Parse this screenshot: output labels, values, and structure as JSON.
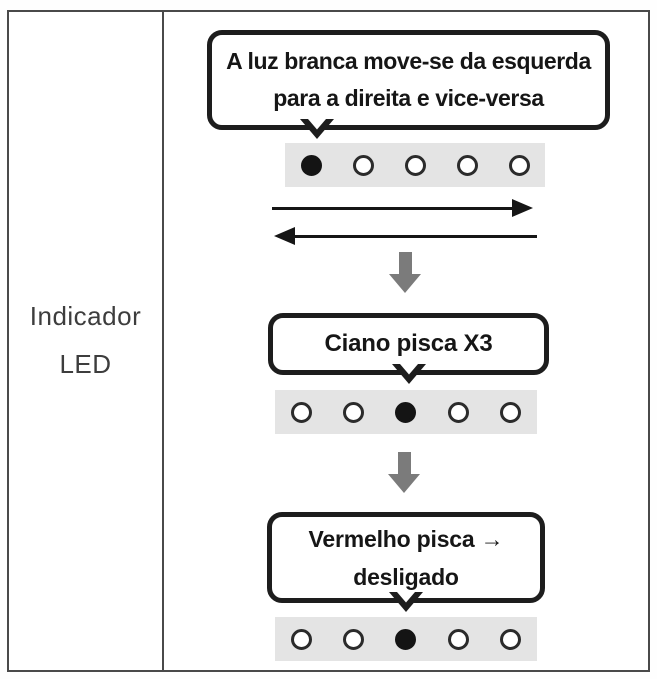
{
  "table": {
    "row_header": {
      "line1": "Indicador",
      "line2": "LED"
    }
  },
  "diagram": {
    "bubble_white": {
      "line1": "A luz branca move-se da esquerda",
      "line2": "para a direita e vice-versa"
    },
    "bubble_cyan": {
      "text": "Ciano pisca X3"
    },
    "bubble_red": {
      "line1": "Vermelho pisca →",
      "line2": "desligado"
    },
    "led_rows": [
      {
        "states": [
          "on",
          "off",
          "off",
          "off",
          "off"
        ]
      },
      {
        "states": [
          "off",
          "off",
          "on",
          "off",
          "off"
        ]
      },
      {
        "states": [
          "off",
          "off",
          "on",
          "off",
          "off"
        ]
      }
    ]
  },
  "colors": {
    "ink": "#1d1d1d",
    "table_border": "#4a4a4a",
    "strip_gray": "#e4e4e4",
    "led_on": "#141414",
    "led_off_border": "#2b2b2b",
    "gray_arrow": "#7b7b7b",
    "label_text": "#3d3d3d",
    "line_arrow": "#161616"
  }
}
